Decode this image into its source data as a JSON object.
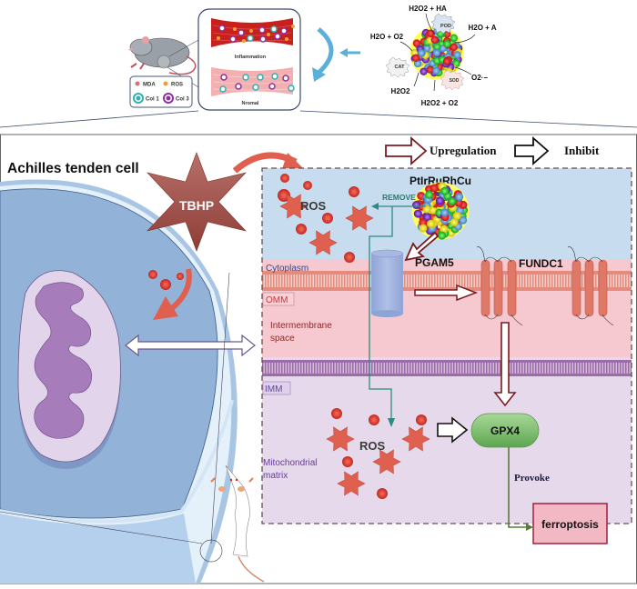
{
  "top_panel": {
    "tissue_box": {
      "inflammation_label": "Inflammation",
      "normal_label": "Nromal"
    },
    "legend": {
      "items": [
        {
          "label": "MDA",
          "color": "#e07070"
        },
        {
          "label": "ROS",
          "color": "#f0a030"
        },
        {
          "label": "Col 1",
          "color": "#30b0b0"
        },
        {
          "label": "Col 3",
          "color": "#9030a0"
        }
      ]
    },
    "nanozyme": {
      "top_reactant": "H2O2 + HA",
      "pod_label": "POD",
      "pod_product": "H2O + A",
      "cat_product": "H2O + O2",
      "cat_label": "CAT",
      "cat_reactant": "H2O2",
      "sod_label": "SOD",
      "sod_reactant": "O2·−",
      "sod_product": "H2O2 + O2"
    }
  },
  "main_panel": {
    "cell_title": "Achilles tenden cell",
    "tbhp_label": "TBHP",
    "legend": {
      "upregulation": "Upregulation",
      "inhibit": "Inhibit"
    },
    "mito_detail": {
      "nanozyme_label": "PtIrRuRhCu",
      "remove_label": "REMOVE",
      "ros_top_label": "ROS",
      "pgam5_label": "PGAM5",
      "fundc1_label": "FUNDC1",
      "cytoplasm_label": "Cytoplasm",
      "omm_label": "OMM",
      "intermembrane_label_1": "Intermembrane",
      "intermembrane_label_2": "space",
      "imm_label": "IMM",
      "ros_bottom_label": "ROS",
      "matrix_label_1": "Mitochondrial",
      "matrix_label_2": "matrix",
      "gpx4_label": "GPX4",
      "provoke_label": "Provoke",
      "ferroptosis_label": "ferroptosis"
    }
  },
  "colors": {
    "cytoplasm": "#c7dcef",
    "intermembrane": "#f5c9cf",
    "matrix": "#e6d9ec",
    "ros": "#e06050",
    "upregulation_arrow": "#7a1a20",
    "remove_line": "#2e8a80",
    "gpx4": "#7fc070",
    "ferroptosis_fill": "#f2b8c4",
    "ferroptosis_border": "#a02040",
    "tbhp": "#a05048"
  }
}
